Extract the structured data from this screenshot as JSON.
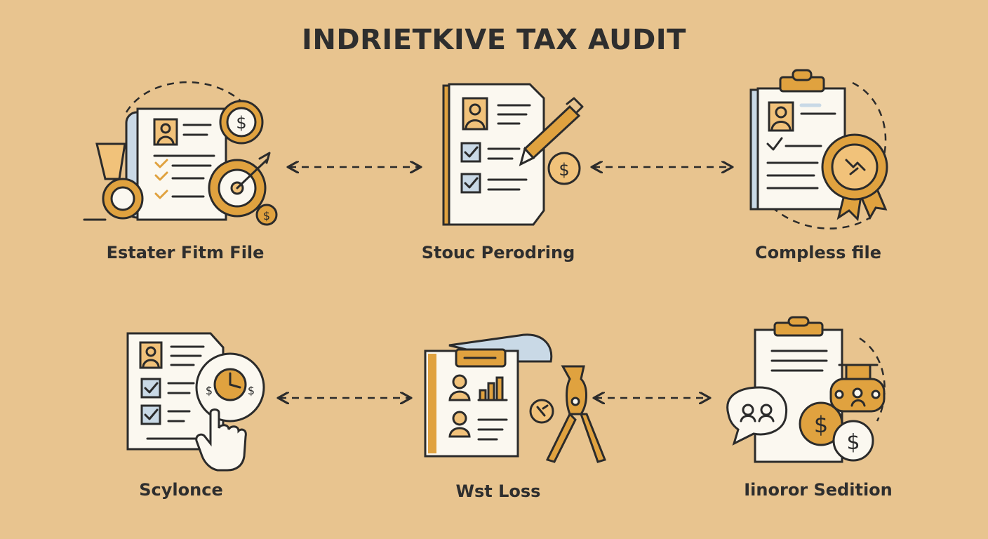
{
  "title": "INDRIETKIVE TAX AUDIT",
  "colors": {
    "background": "#e8c48f",
    "accent_gold": "#e0a23f",
    "accent_blue": "#c9d9e6",
    "ink": "#2b2b2b",
    "paper": "#fbf8f0"
  },
  "nodes": [
    {
      "label": "Estater Fitm File",
      "icon": "document-gears-icon"
    },
    {
      "label": "Stouc Perodring",
      "icon": "document-pen-icon"
    },
    {
      "label": "Compless file",
      "icon": "clipboard-seal-icon"
    },
    {
      "label": "Scylonce",
      "icon": "document-clock-hand-icon"
    },
    {
      "label": "Wst Loss",
      "icon": "clipboard-chart-icon"
    },
    {
      "label": "Iinoror Sedition",
      "icon": "clipboard-coins-icon"
    }
  ]
}
